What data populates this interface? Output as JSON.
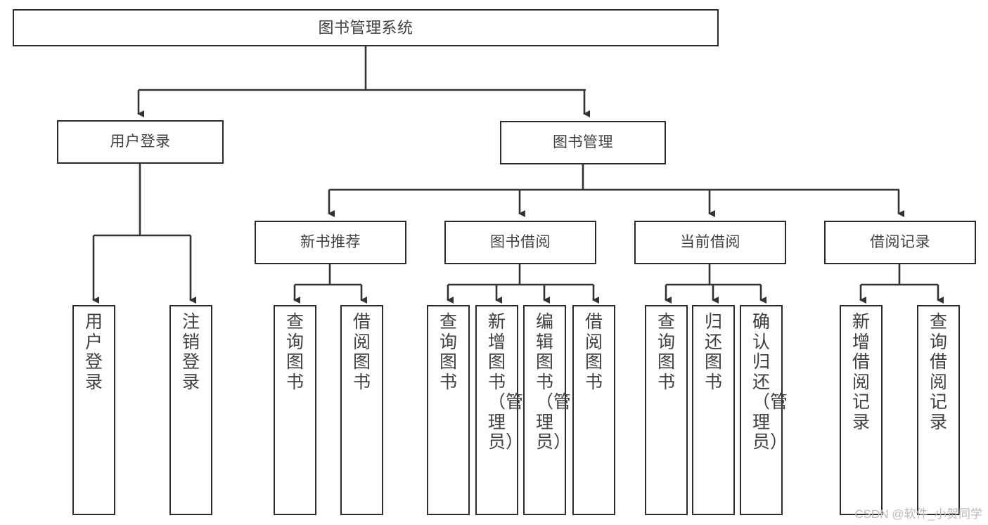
{
  "diagram": {
    "title": "图书管理系统",
    "type": "tree-hierarchy",
    "watermark": "CSDN @软件_小贺同学",
    "colors": {
      "border": "#2b2b2b",
      "text": "#3f3f3f",
      "background": "#ffffff",
      "connector": "#333333",
      "watermark": "#b9b9b9"
    },
    "root": {
      "label": "图书管理系统"
    },
    "level2": [
      {
        "label": "用户登录"
      },
      {
        "label": "图书管理"
      }
    ],
    "level3": [
      {
        "label": "新书推荐"
      },
      {
        "label": "图书借阅"
      },
      {
        "label": "当前借阅"
      },
      {
        "label": "借阅记录"
      }
    ],
    "leaves": [
      {
        "label": "用户登录"
      },
      {
        "label": "注销登录"
      },
      {
        "label": "查询图书"
      },
      {
        "label": "借阅图书"
      },
      {
        "label": "查询图书"
      },
      {
        "label": "新增图书（管理员）"
      },
      {
        "label": "编辑图书（管理员）"
      },
      {
        "label": "借阅图书"
      },
      {
        "label": "查询图书"
      },
      {
        "label": "归还图书"
      },
      {
        "label": "确认归还（管理员）"
      },
      {
        "label": "新增借阅记录"
      },
      {
        "label": "查询借阅记录"
      }
    ]
  }
}
